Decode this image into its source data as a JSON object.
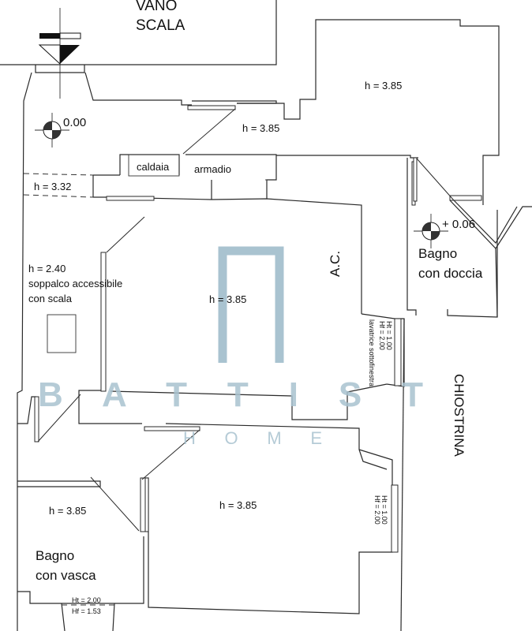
{
  "drawing": {
    "type": "floor plan",
    "areas": {
      "stair_hall": [
        "VANO",
        "SCALA"
      ],
      "courtyard": "CHIOSTRINA",
      "ac_label": "A.C."
    },
    "level_markers": {
      "entrance": "0.00",
      "shower_bath": "+ 0.06"
    },
    "rooms": {
      "top_right_room": "h = 3.85",
      "corridor": "h = 3.85",
      "boiler": "caldaia",
      "wardrobe": "armadio",
      "lowered_ceiling": "h = 3.32",
      "mezzanine": {
        "height": "h = 2.40",
        "line1": "soppalco accessibile",
        "line2": "con scala"
      },
      "main_room": "h = 3.85",
      "shower_bathroom": [
        "Bagno",
        "con doccia"
      ],
      "tub_bathroom": {
        "height": "h = 3.85",
        "name": [
          "Bagno",
          "con vasca"
        ]
      },
      "bedroom": "h = 3.85"
    },
    "windows": {
      "laundry_window": {
        "ht": "Ht = 1.00",
        "hf": "Hf = 2.00",
        "note": "lavatrice sottofinestra"
      },
      "bedroom_window": {
        "ht": "Ht = 1.00",
        "hf": "Hf = 2.00"
      },
      "bathroom_window": {
        "ht": "Ht = 2.00",
        "hf": "Hf = 1.53"
      }
    }
  },
  "watermark": {
    "brand": "B A T T I S T",
    "sub": "H O M E",
    "color": "#a9c3d0"
  },
  "icons": {
    "entrance": "entrance-arrow-icon",
    "level": "level-marker-icon"
  }
}
